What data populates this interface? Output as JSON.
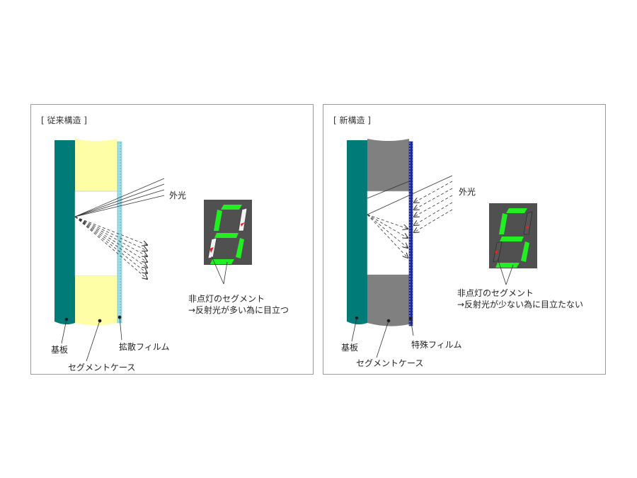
{
  "colors": {
    "substrate": "#007b78",
    "case_old": "#fefea6",
    "case_new": "#808080",
    "diffuse_film": "#9fdfe8",
    "special_film": "#1a2a9a",
    "segment_lit": "#22ee22",
    "segment_unlit_old": "#f2f2f2",
    "segment_unlit_new": "#555555",
    "display_bg": "#505050",
    "marker": "#ee2222"
  },
  "panels": [
    {
      "title": "[ 従来構造 ]",
      "labels": {
        "light": "外光",
        "substrate": "基板",
        "case": "セグメントケース",
        "film": "拡散フィルム",
        "note_line1": "非点灯のセグメント",
        "note_line2": "→反射光が多い為に目立つ"
      }
    },
    {
      "title": "[ 新構造 ]",
      "labels": {
        "light": "外光",
        "substrate": "基板",
        "case": "セグメントケース",
        "film": "特殊フィルム",
        "note_line1": "非点灯のセグメント",
        "note_line2": "→反射光が少ない為に目立たない"
      }
    }
  ]
}
